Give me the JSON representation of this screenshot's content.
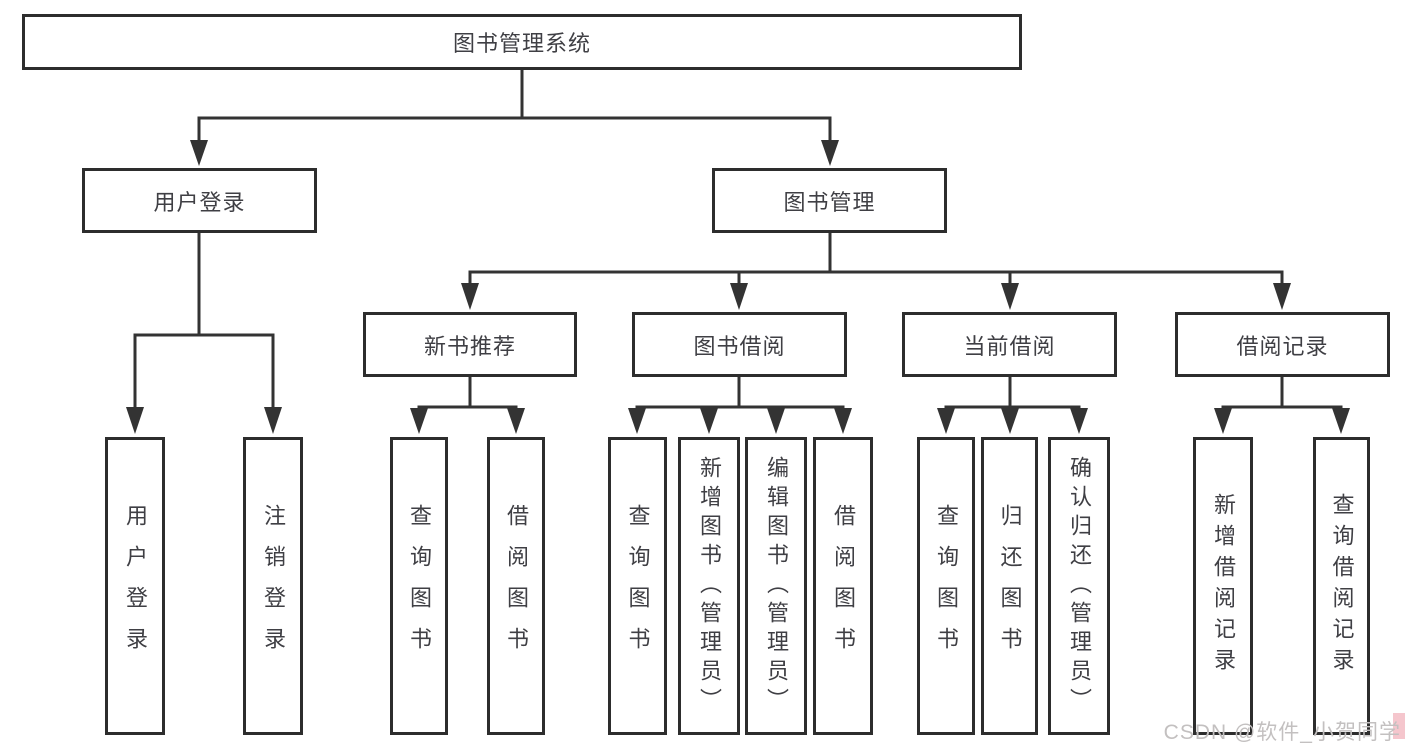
{
  "tree": {
    "root": {
      "label": "图书管理系统"
    },
    "branches": [
      {
        "label": "用户登录",
        "children": [
          {
            "label": "用户登录"
          },
          {
            "label": "注销登录"
          }
        ]
      },
      {
        "label": "图书管理",
        "children": [
          {
            "label": "新书推荐",
            "children": [
              {
                "label": "查询图书"
              },
              {
                "label": "借阅图书"
              }
            ]
          },
          {
            "label": "图书借阅",
            "children": [
              {
                "label": "查询图书"
              },
              {
                "label": "新增图书（管理员）"
              },
              {
                "label": "编辑图书（管理员）"
              },
              {
                "label": "借阅图书"
              }
            ]
          },
          {
            "label": "当前借阅",
            "children": [
              {
                "label": "查询图书"
              },
              {
                "label": "归还图书"
              },
              {
                "label": "确认归还（管理员）"
              }
            ]
          },
          {
            "label": "借阅记录",
            "children": [
              {
                "label": "新增借阅记录"
              },
              {
                "label": "查询借阅记录"
              }
            ]
          }
        ]
      }
    ]
  },
  "watermark": {
    "text": "CSDN @软件_小贺同学"
  },
  "colors": {
    "line": "#333333",
    "box_border": "#2d2d2d",
    "text": "#3f3f44",
    "watermark_text": "#c3c0c0",
    "watermark_accent": "#f2b8c0"
  }
}
